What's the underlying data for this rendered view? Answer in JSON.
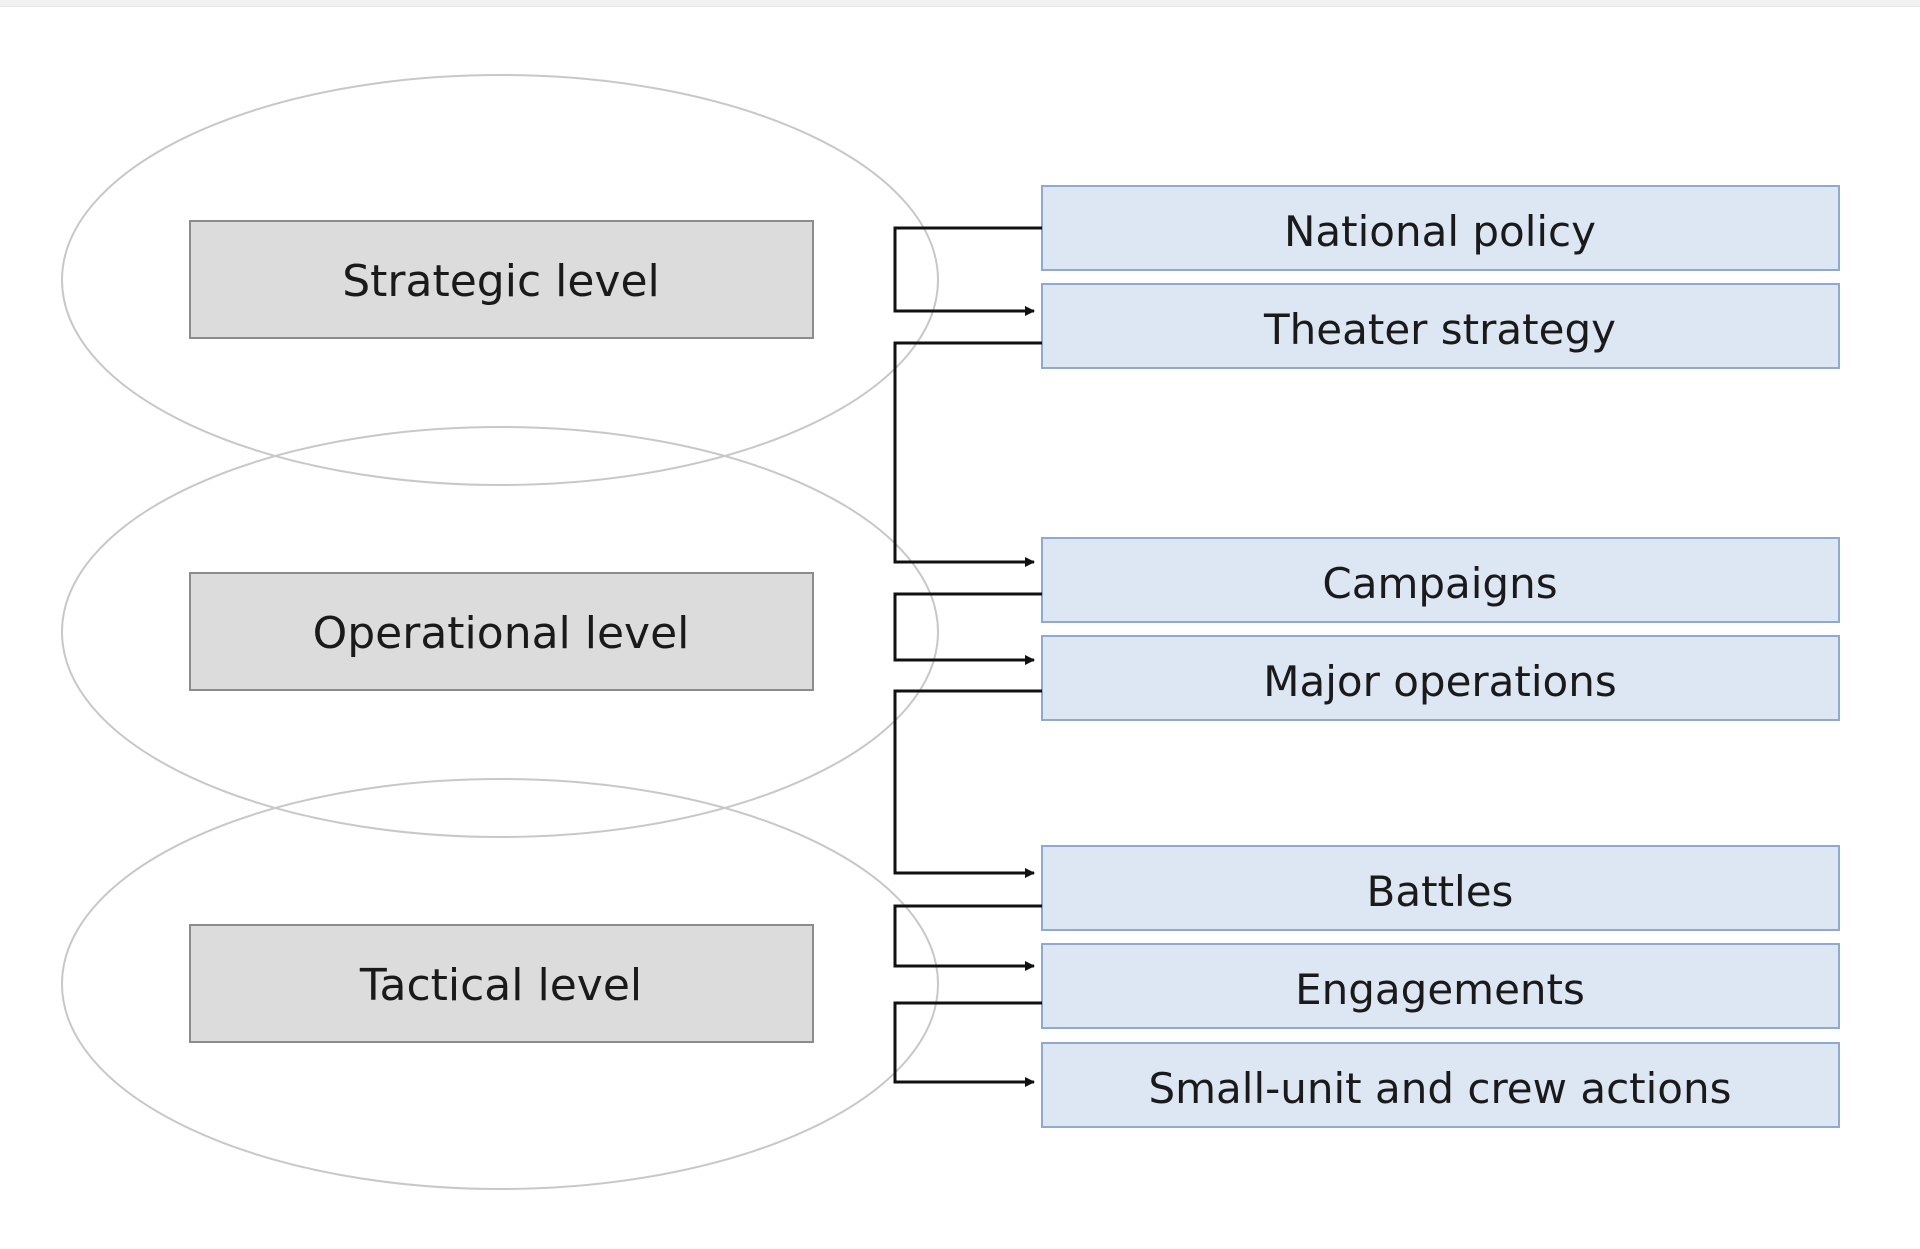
{
  "diagram": {
    "levels": [
      {
        "label": "Strategic level"
      },
      {
        "label": "Operational level"
      },
      {
        "label": "Tactical level"
      }
    ],
    "items": [
      {
        "label": "National policy"
      },
      {
        "label": "Theater strategy"
      },
      {
        "label": "Campaigns"
      },
      {
        "label": "Major operations"
      },
      {
        "label": "Battles"
      },
      {
        "label": "Engagements"
      },
      {
        "label": "Small-unit and crew actions"
      }
    ]
  },
  "colors": {
    "level_box_fill": "#dcdcdc",
    "level_box_stroke": "#8c8c8c",
    "item_box_fill": "#dde7f3",
    "item_box_stroke": "#8fa9cf",
    "ellipse_stroke": "#c8c8c8",
    "connector": "#111111"
  }
}
